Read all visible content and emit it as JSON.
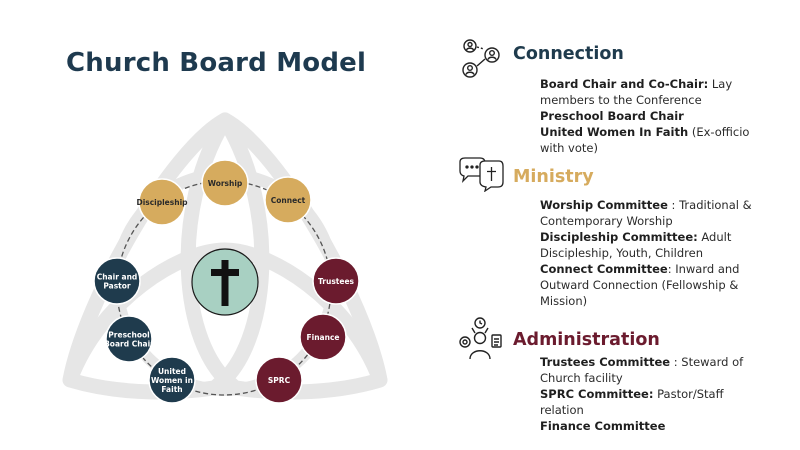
{
  "title": "Church Board Model",
  "center_icon": "cross-icon",
  "nodes": [
    {
      "id": "worship",
      "lines": [
        "Worship"
      ],
      "group": "ministry"
    },
    {
      "id": "connect",
      "lines": [
        "Connect"
      ],
      "group": "ministry"
    },
    {
      "id": "discipleship",
      "lines": [
        "Discipleship"
      ],
      "group": "ministry"
    },
    {
      "id": "trustees",
      "lines": [
        "Trustees"
      ],
      "group": "administration"
    },
    {
      "id": "finance",
      "lines": [
        "Finance"
      ],
      "group": "administration"
    },
    {
      "id": "sprc",
      "lines": [
        "SPRC"
      ],
      "group": "administration"
    },
    {
      "id": "united-women-in-faith",
      "lines": [
        "United",
        "Women in",
        "Faith"
      ],
      "group": "connection"
    },
    {
      "id": "preschool-board-chair",
      "lines": [
        "Preschool",
        "Board Chair"
      ],
      "group": "connection"
    },
    {
      "id": "chair-and-pastor",
      "lines": [
        "Chair and",
        "Pastor"
      ],
      "group": "connection"
    }
  ],
  "colors": {
    "connection": "#1f3b4d",
    "ministry": "#d6ab5e",
    "administration": "#6b1b2e",
    "center": "#a8d0c2",
    "triquetra": "#e6e6e6",
    "title": "#1e3a4f"
  },
  "sections": {
    "connection": {
      "title": "Connection",
      "icon": "people-network-icon",
      "items": [
        {
          "bold": "Board Chair and Co-Chair:",
          "text": " Lay members to the Conference"
        },
        {
          "bold": "Preschool Board Chair",
          "text": ""
        },
        {
          "bold": "United Women In Faith",
          "text": " (Ex-officio with vote)"
        }
      ]
    },
    "ministry": {
      "title": "Ministry",
      "icon": "speech-bubbles-icon",
      "items": [
        {
          "bold": "Worship Committee",
          "text": " : Traditional & Contemporary Worship"
        },
        {
          "bold": "Discipleship Committee:",
          "text": " Adult Discipleship, Youth, Children"
        },
        {
          "bold": "Connect Committee",
          "text": ": Inward and Outward Connection (Fellowship & Mission)"
        }
      ]
    },
    "administration": {
      "title": "Administration",
      "icon": "admin-gear-icon",
      "items": [
        {
          "bold": "Trustees Committee",
          "text": " : Steward of Church facility"
        },
        {
          "bold": "SPRC Committee:",
          "text": " Pastor/Staff relation"
        },
        {
          "bold": "Finance Committee",
          "text": ""
        }
      ]
    }
  }
}
